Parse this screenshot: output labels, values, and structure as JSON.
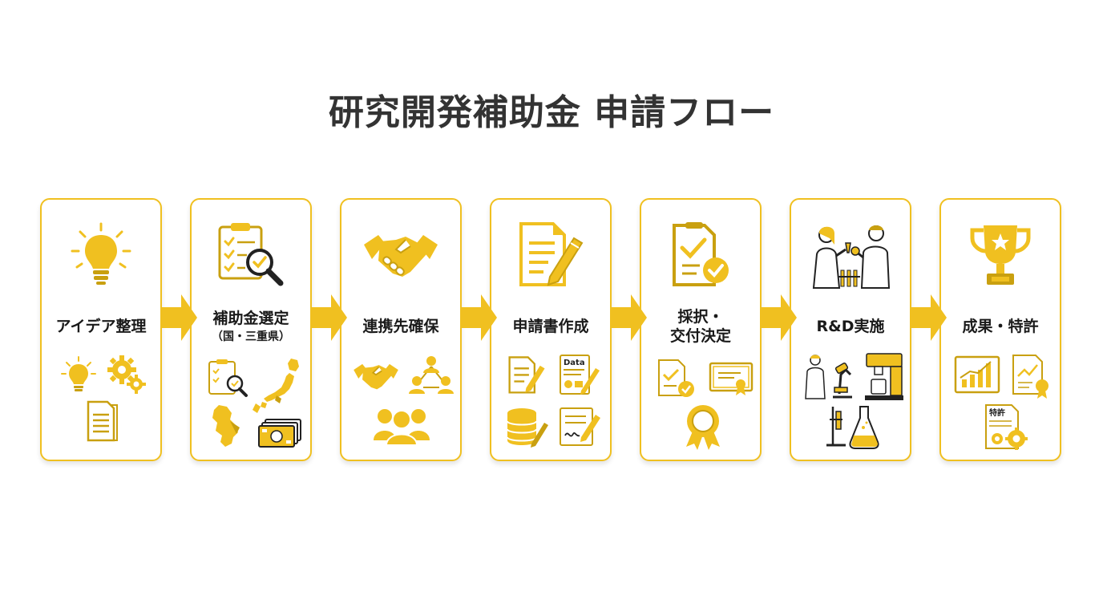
{
  "title": "研究開発補助金 申請フロー",
  "accent_color": "#F0C020",
  "accent_dark": "#B8860B",
  "steps": [
    {
      "label": "アイデア整理",
      "sub": "",
      "icons": [
        "lightbulb-icon",
        "lightbulb-icon",
        "gears-icon",
        "document-icon"
      ]
    },
    {
      "label": "補助金選定",
      "sub": "（国・三重県）",
      "icons": [
        "clipboard-magnifier-icon",
        "clipboard-magnifier-icon",
        "japan-map-icon",
        "mie-map-icon",
        "money-icon"
      ]
    },
    {
      "label": "連携先確保",
      "sub": "",
      "icons": [
        "handshake-icon",
        "handshake-icon",
        "network-people-icon",
        "group-icon"
      ]
    },
    {
      "label": "申請書作成",
      "sub": "",
      "icons": [
        "document-pen-icon",
        "document-pen-icon",
        "data-sheet-icon",
        "database-pen-icon",
        "signature-icon"
      ]
    },
    {
      "label": "採択・",
      "label2": "交付決定",
      "sub": "",
      "icons": [
        "approval-document-icon",
        "approved-document-icon",
        "certificate-icon",
        "award-ribbon-icon"
      ]
    },
    {
      "label": "R&D実施",
      "sub": "",
      "icons": [
        "researchers-icon",
        "scientist-microscope-icon",
        "lab-equipment-icon",
        "chemistry-icon"
      ]
    },
    {
      "label": "成果・特許",
      "sub": "",
      "icons": [
        "trophy-icon",
        "growth-chart-icon",
        "certificate-chart-icon",
        "patent-document-icon"
      ]
    }
  ],
  "icon_text": {
    "data": "Data",
    "patent": "特許"
  }
}
